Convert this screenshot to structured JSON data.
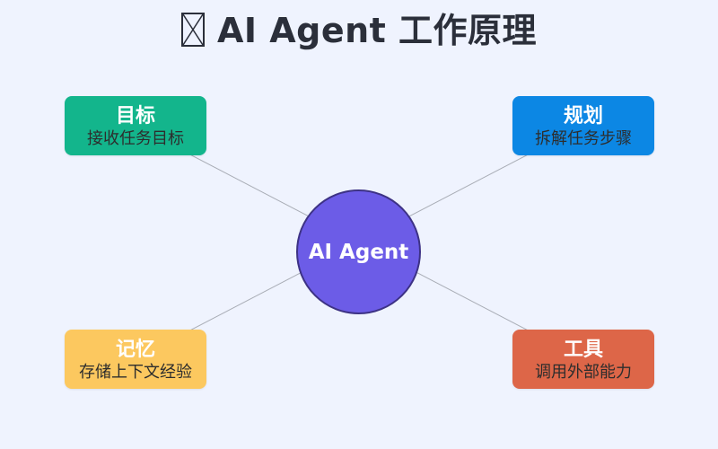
{
  "title": {
    "text": "AI Agent 工作原理",
    "glyph_icon": "missing-glyph-box-icon"
  },
  "center": {
    "label": "AI Agent",
    "color": "#6c5ce7"
  },
  "nodes": {
    "goal": {
      "name": "目标",
      "desc": "接收任务目标",
      "color": "#13b58c"
    },
    "plan": {
      "name": "规划",
      "desc": "拆解任务步骤",
      "color": "#0c87e4"
    },
    "memory": {
      "name": "记忆",
      "desc": "存储上下文经验",
      "color": "#fcc85f"
    },
    "tools": {
      "name": "工具",
      "desc": "调用外部能力",
      "color": "#dd6648"
    }
  },
  "colors": {
    "background": "#eff3fe",
    "connector": "#a9adb6",
    "title": "#2b2f3a"
  }
}
